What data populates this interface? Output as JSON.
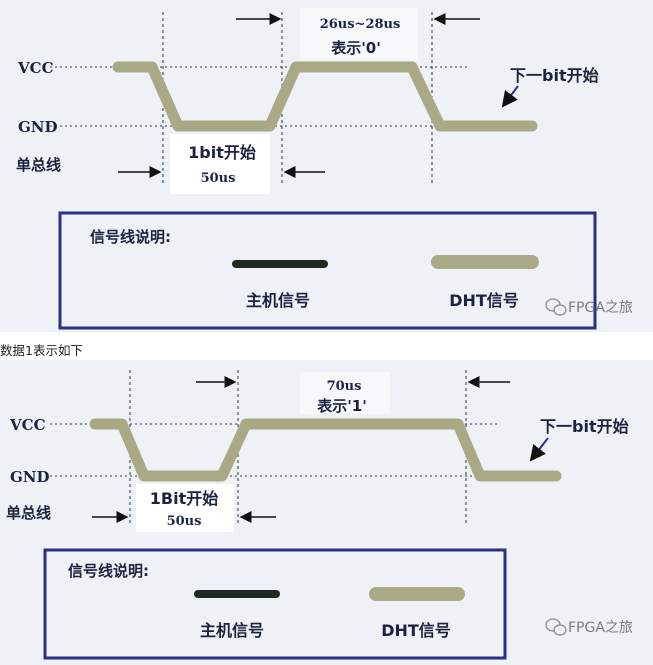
{
  "diagrams": [
    {
      "vcc_label": "VCC",
      "gnd_label": "GND",
      "bus_label": "单总线",
      "start_label": "1bit开始",
      "start_duration": "50us",
      "high_duration": "26us~28us",
      "meaning": "表示'0'",
      "next_label": "下一bit开始",
      "legend_title": "信号线说明:",
      "legend_host": "主机信号",
      "legend_dht": "DHT信号",
      "watermark": "FPGA之旅"
    },
    {
      "vcc_label": "VCC",
      "gnd_label": "GND",
      "bus_label": "单总线",
      "start_label": "1Bit开始",
      "start_duration": "50us",
      "high_duration": "70us",
      "meaning": "表示'1'",
      "next_label": "下一bit开始",
      "legend_title": "信号线说明:",
      "legend_host": "主机信号",
      "legend_dht": "DHT信号",
      "watermark": "FPGA之旅"
    }
  ],
  "caption": "数据1表示如下",
  "colors": {
    "panel_bg": "#eef2f6",
    "host_signal": "#1f2a22",
    "dht_signal": "#a9aa85",
    "legend_border": "#2b2f8a",
    "arrow": "#111111",
    "dotted_line": "#333366"
  }
}
